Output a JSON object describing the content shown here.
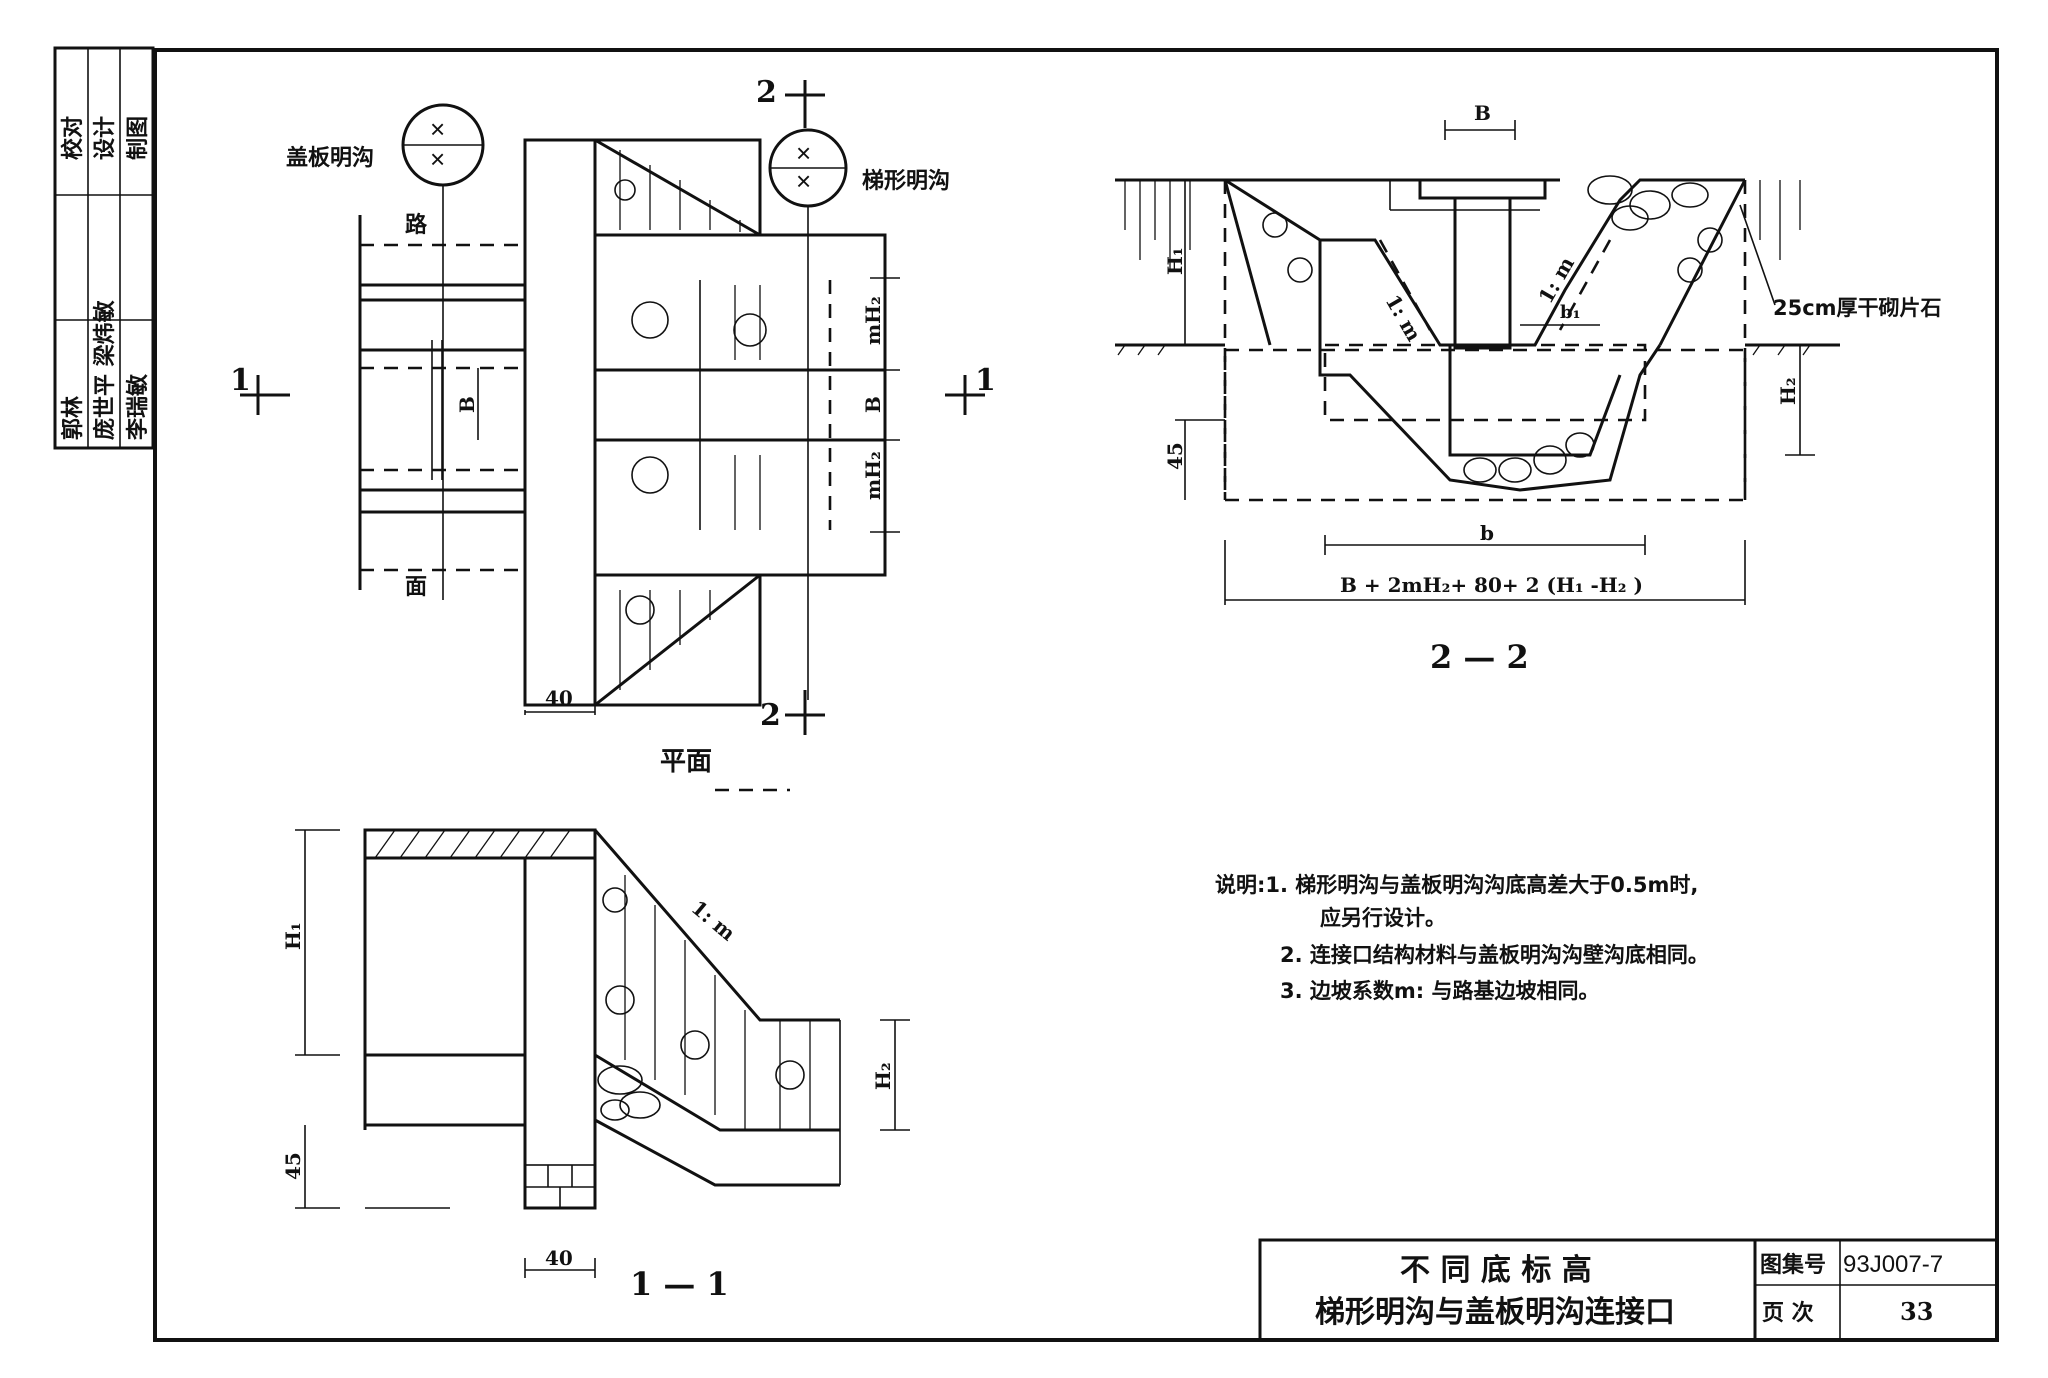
{
  "sidebar": {
    "rows": [
      {
        "role": "校对",
        "person": "郭林"
      },
      {
        "role": "设计",
        "person": "庞世平 梁炜敏"
      },
      {
        "role": "制图",
        "person": "李瑞敏"
      }
    ]
  },
  "plan": {
    "title": "平面",
    "road_label_top": "路",
    "road_label_bottom": "面",
    "left_marker_label": "盖板明沟",
    "right_marker_label": "梯形明沟",
    "section_top": "2",
    "section_bottom": "2",
    "section_left": "1",
    "section_right": "1",
    "dim_mh2_top": "mH₂",
    "dim_b": "B",
    "dim_mh2_bottom": "mH₂",
    "dim_b_left": "B",
    "dim_width": "40"
  },
  "section_2_2": {
    "title": "2 — 2",
    "dim_b_top": "B",
    "label_h1": "H₁",
    "label_h2": "H₂",
    "label_slope_left": "1: m",
    "label_slope_right": "1: m",
    "label_b1": "b₁",
    "label_stone": "25cm厚干砌片石",
    "dim_45": "45",
    "dim_b_bottom": "b",
    "dim_total": "B + 2mH₂+ 80+ 2 (H₁ -H₂ )"
  },
  "section_1_1": {
    "title": "1 — 1",
    "label_h1": "H₁",
    "label_h2": "H₂",
    "label_slope": "1: m",
    "dim_45": "45",
    "dim_40": "40"
  },
  "notes": {
    "lines": [
      "说明:1.  梯形明沟与盖板明沟沟底高差大于0.5m时,",
      "应另行设计。",
      "2.  连接口结构材料与盖板明沟沟壁沟底相同。",
      "3.  边坡系数m: 与路基边坡相同。"
    ]
  },
  "title_block": {
    "title_line1": "不 同 底 标 高",
    "title_line2": "梯形明沟与盖板明沟连接口",
    "atlas_label": "图集号",
    "atlas_value": "93J007-7",
    "page_label": "页    次",
    "page_value": "33"
  }
}
